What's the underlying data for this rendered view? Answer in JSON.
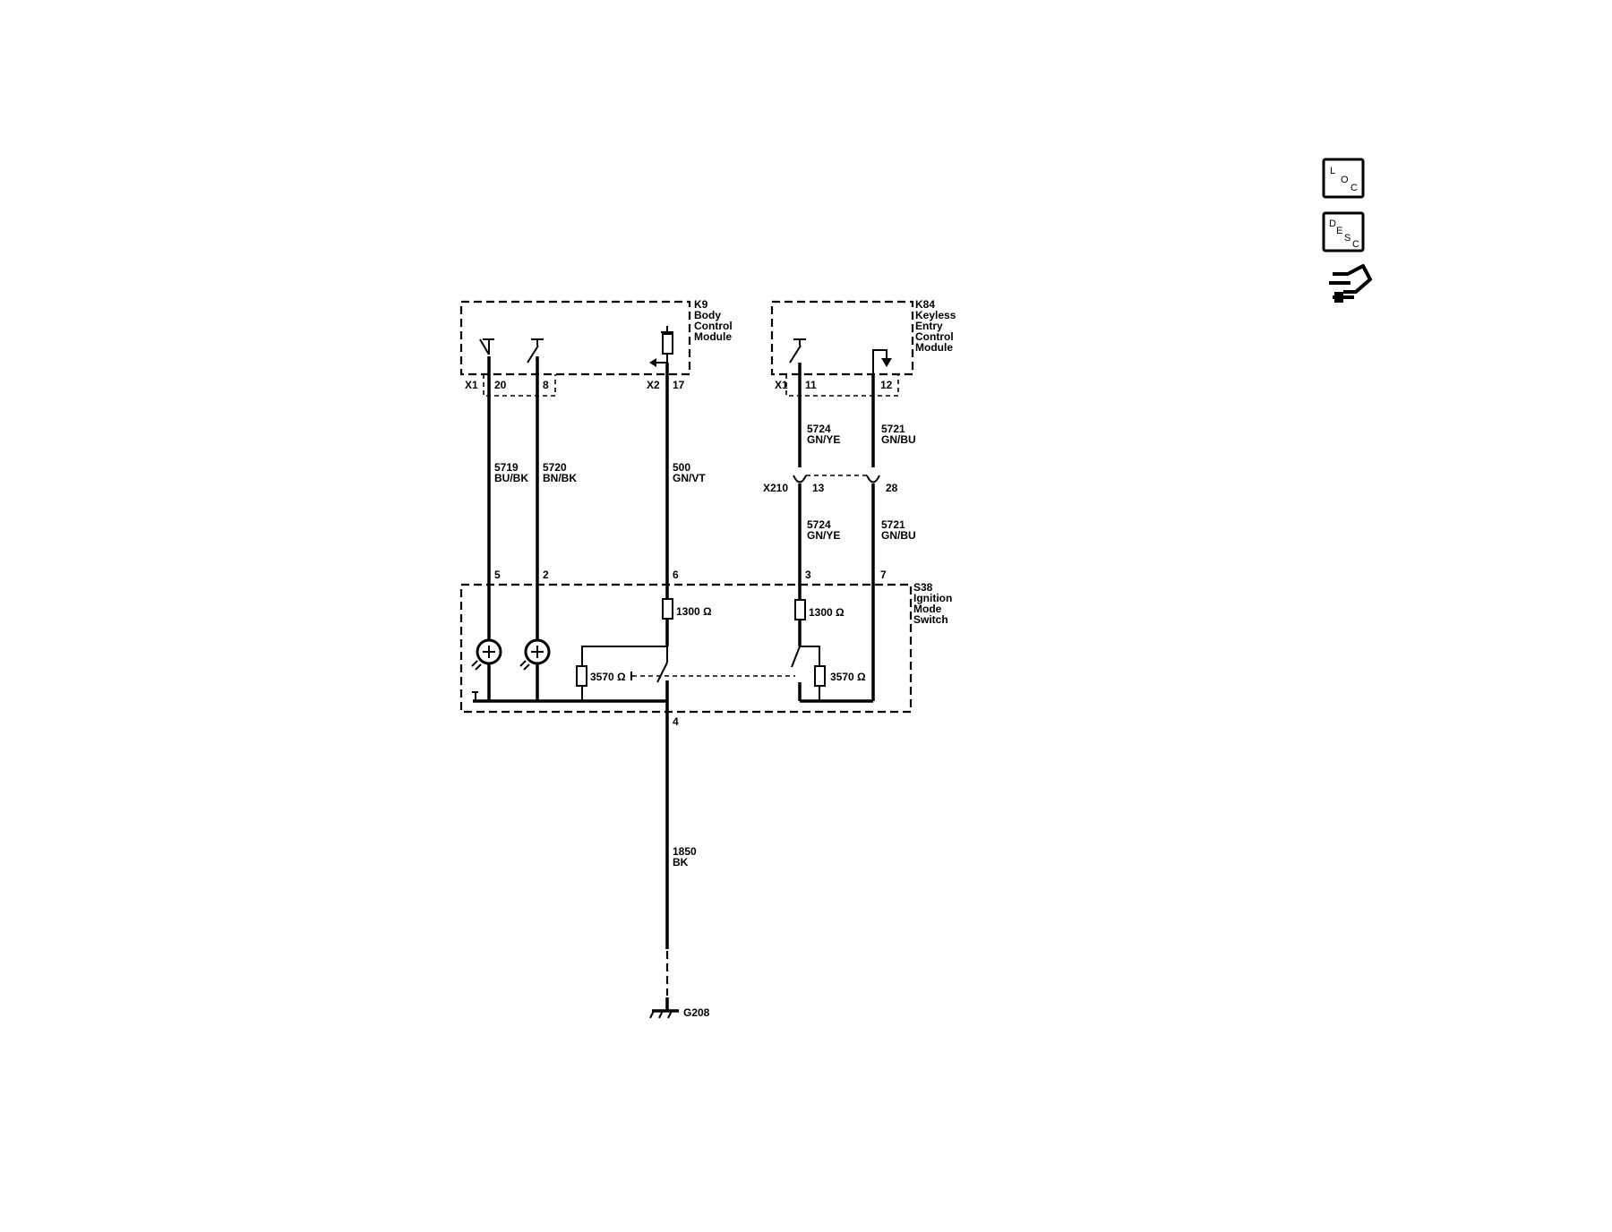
{
  "modules": {
    "k9": {
      "id": "K9",
      "line1": "Body",
      "line2": "Control",
      "line3": "Module"
    },
    "k84": {
      "id": "K84",
      "line1": "Keyless",
      "line2": "Entry",
      "line3": "Control",
      "line4": "Module"
    },
    "s38": {
      "id": "S38",
      "line1": "Ignition",
      "line2": "Mode",
      "line3": "Switch"
    }
  },
  "connectors": {
    "k9_x1": "X1",
    "k9_x2": "X2",
    "k84_x1": "X1",
    "x210": "X210"
  },
  "pins": {
    "k9_20": "20",
    "k9_8": "8",
    "k9_17": "17",
    "k84_11": "11",
    "k84_12": "12",
    "x210_13": "13",
    "x210_28": "28",
    "s38_5": "5",
    "s38_2": "2",
    "s38_6": "6",
    "s38_3": "3",
    "s38_7": "7",
    "s38_4": "4"
  },
  "wires": {
    "w5719": {
      "circuit": "5719",
      "color": "BU/BK"
    },
    "w5720": {
      "circuit": "5720",
      "color": "BN/BK"
    },
    "w500": {
      "circuit": "500",
      "color": "GN/VT"
    },
    "w5724a": {
      "circuit": "5724",
      "color": "GN/YE"
    },
    "w5721a": {
      "circuit": "5721",
      "color": "GN/BU"
    },
    "w5724b": {
      "circuit": "5724",
      "color": "GN/YE"
    },
    "w5721b": {
      "circuit": "5721",
      "color": "GN/BU"
    },
    "w1850": {
      "circuit": "1850",
      "color": "BK"
    }
  },
  "resistors": {
    "r1": "1300 Ω",
    "r2": "1300 Ω",
    "r3": "3570 Ω",
    "r4": "3570 Ω"
  },
  "ground": {
    "id": "G208"
  },
  "icons": {
    "loc": {
      "l1": "L",
      "l2": "O",
      "l3": "C",
      "icon": "location-icon"
    },
    "desc": {
      "l1": "D",
      "l2": "E",
      "l3": "S",
      "l4": "C",
      "icon": "description-icon"
    },
    "connector": {
      "icon": "connector-end-view-icon"
    }
  }
}
